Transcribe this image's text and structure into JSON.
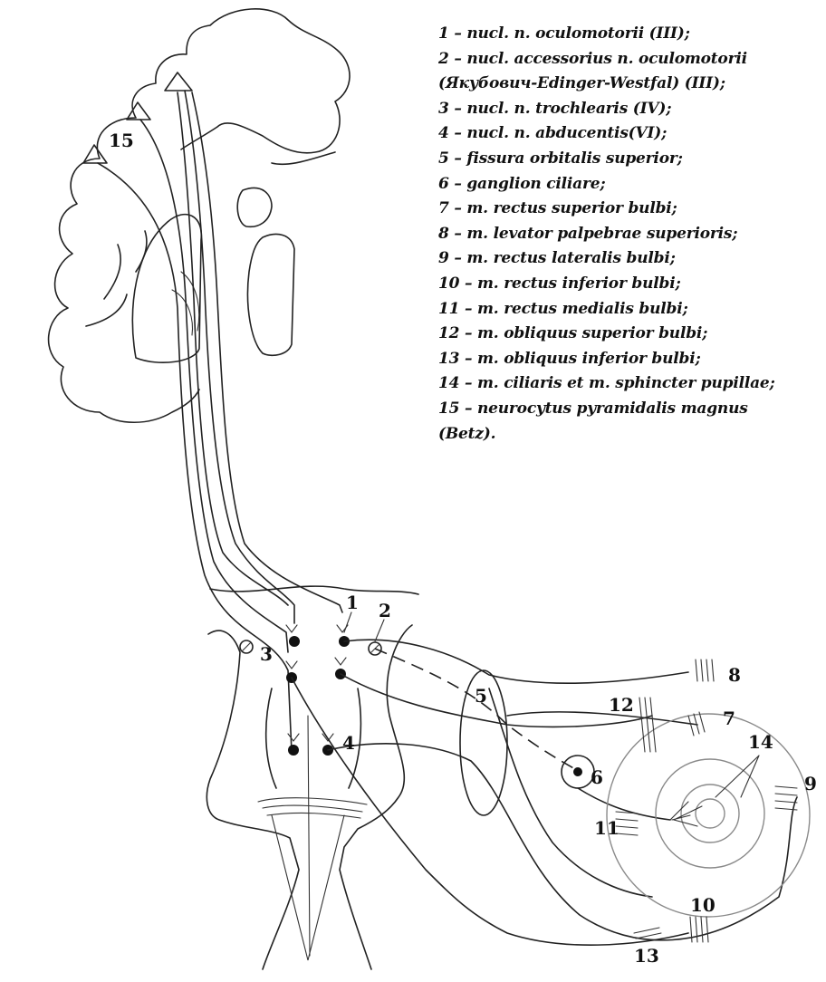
{
  "legend": [
    "1 – nucl. n. oculomotorii (III);",
    "2 – nucl. accessorius n. oculomotorii",
    "(Якубович-Edinger-Westfal) (III);",
    "3 – nucl. n. trochlearis (IV);",
    "4 – nucl. n. abducentis(VI);",
    "5 – fissura orbitalis superior;",
    "6 – ganglion ciliare;",
    "7 – m. rectus superior bulbi;",
    "8 – m. levator palpebrae superioris;",
    "9 – m. rectus lateralis bulbi;",
    "10 – m. rectus inferior bulbi;",
    "11 – m. rectus medialis bulbi;",
    "12 – m. obliquus superior bulbi;",
    "13 – m. obliquus inferior bulbi;",
    "14 – m. ciliaris et m. sphincter pupillae;",
    "15 – neurocytus pyramidalis magnus",
    "(Betz)."
  ],
  "labels": {
    "n1": "1",
    "n2": "2",
    "n3": "3",
    "n4": "4",
    "n5": "5",
    "n6": "6",
    "n7": "7",
    "n8": "8",
    "n9": "9",
    "n10": "10",
    "n11": "11",
    "n12": "12",
    "n13": "13",
    "n14": "14",
    "n15": "15"
  }
}
